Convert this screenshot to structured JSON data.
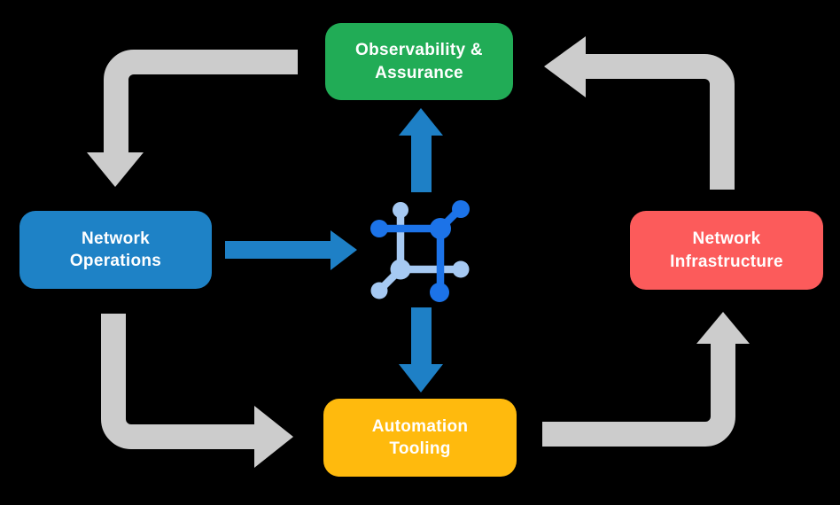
{
  "colors": {
    "background": "#000000",
    "text": "#FFFFFF",
    "observability": "#21AC56",
    "operations": "#1E82C6",
    "infrastructure": "#FC5B5B",
    "automation": "#FFBA0D",
    "arrow_gray": "#CCCCCC",
    "arrow_blue": "#1E80C6",
    "icon_dark": "#1C73E8",
    "icon_light": "#A6C9F2"
  },
  "diagram": {
    "nodes": {
      "observability": {
        "lines": [
          "Observability &",
          "Assurance"
        ]
      },
      "operations": {
        "lines": [
          "Network",
          "Operations"
        ]
      },
      "infrastructure": {
        "lines": [
          "Network",
          "Infrastructure"
        ]
      },
      "automation": {
        "lines": [
          "Automation",
          "Tooling"
        ]
      }
    },
    "center_icon": "network-automation-icon",
    "edges": [
      {
        "from": "Observability & Assurance",
        "to": "Network Operations",
        "style": "gray-elbow",
        "direction": "left-then-down"
      },
      {
        "from": "Network Operations",
        "to": "Automation Tooling",
        "style": "gray-elbow",
        "direction": "down-then-right"
      },
      {
        "from": "Automation Tooling",
        "to": "Network Infrastructure",
        "style": "gray-elbow",
        "direction": "right-then-up"
      },
      {
        "from": "Network Infrastructure",
        "to": "Observability & Assurance",
        "style": "gray-elbow",
        "direction": "up-then-left"
      },
      {
        "from": "Network Operations",
        "to": "center-icon",
        "style": "blue-straight",
        "direction": "right"
      },
      {
        "from": "center-icon",
        "to": "Observability & Assurance",
        "style": "blue-straight",
        "direction": "up"
      },
      {
        "from": "center-icon",
        "to": "Automation Tooling",
        "style": "blue-straight",
        "direction": "down"
      }
    ]
  }
}
